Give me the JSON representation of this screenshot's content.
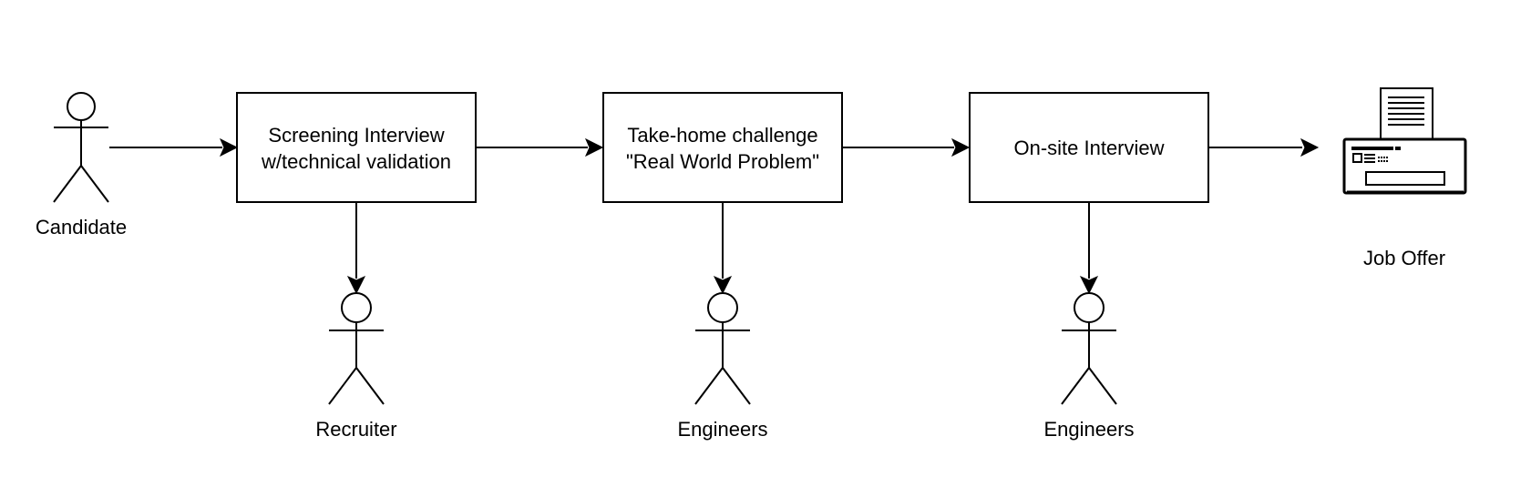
{
  "diagram": {
    "actors": {
      "candidate": "Candidate",
      "recruiter": "Recruiter",
      "engineers_1": "Engineers",
      "engineers_2": "Engineers"
    },
    "steps": {
      "screening": {
        "line1": "Screening Interview",
        "line2": "w/technical validation"
      },
      "takehome": {
        "line1": "Take-home challenge",
        "line2": "\"Real World Problem\""
      },
      "onsite": {
        "line1": "On-site Interview"
      }
    },
    "outcome": {
      "label": "Job Offer",
      "icon": "job-offer-fax-icon"
    }
  }
}
